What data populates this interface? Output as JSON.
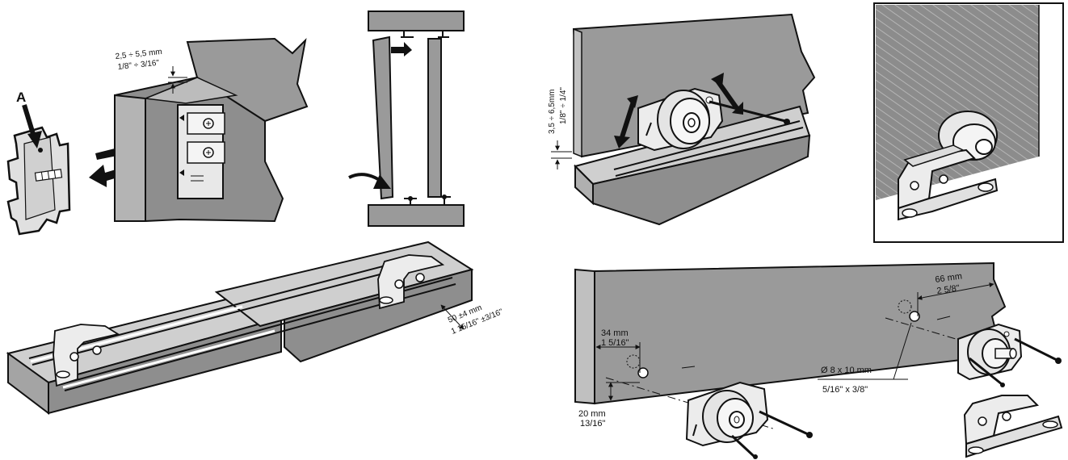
{
  "panels": {
    "clip_gap": {
      "part_letter": "A",
      "gap_metric": "2,5 ÷ 5,5 mm",
      "gap_imperial": "1/8\" ÷ 3/16\""
    },
    "roller_height": {
      "height_metric": "3,5 ÷ 6,5mm",
      "height_imperial": "1/8\" ÷ 1/4\""
    },
    "track_spacing": {
      "spacing_metric": "50 ±4 mm",
      "spacing_imperial": "1 15/16\" ±3/16\""
    },
    "drilling": {
      "left_offset_metric": "34 mm",
      "left_offset_imperial": "1 5/16\"",
      "right_offset_metric": "66 mm",
      "right_offset_imperial": "2 5/8\"",
      "hole_metric": "Ø 8 x 10 mm",
      "hole_imperial": "5/16\" x 3/8\"",
      "bottom_offset_metric": "20 mm",
      "bottom_offset_imperial": "13/16\""
    }
  },
  "colors": {
    "panel_gray": "#9a9a9a",
    "panel_light": "#c8c8c8",
    "panel_dark": "#6e6e6e",
    "line": "#111111",
    "hatch": "#7d7d7d"
  }
}
